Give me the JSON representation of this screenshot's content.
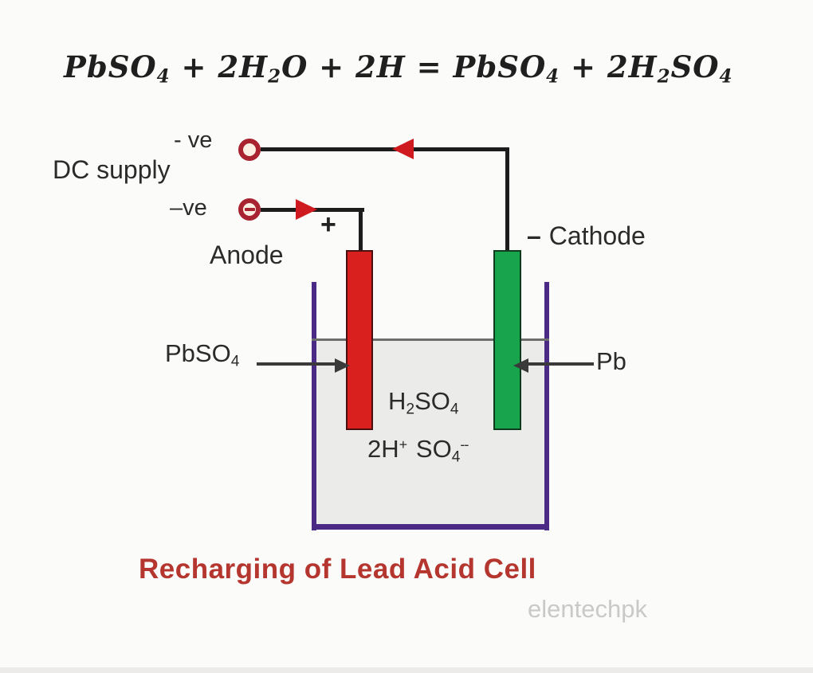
{
  "colors": {
    "bg": "#fbfbf9",
    "wire": "#1c1c1c",
    "red": "#da201f",
    "red-dark": "#4a1010",
    "arrow-red": "#cf1a1f",
    "terminal": "#a82230",
    "green": "#17a44c",
    "green-dark": "#0e3a1d",
    "purple": "#4b2a85",
    "liquid": "#ebebea",
    "surface": "#6e6e6e",
    "label": "#2b2b2b",
    "pointer": "#3a3a3a",
    "title-red": "#b5352f",
    "watermark": "#c9c9c9"
  },
  "equation": {
    "parts": [
      "PbSO",
      "4",
      " + 2H",
      "2",
      "O + 2H = PbSO",
      "4",
      " + 2H",
      "2",
      "SO",
      "4"
    ]
  },
  "dc_supply": {
    "label": "DC supply",
    "top_terminal_label": "- ve",
    "bottom_terminal_label": "–ve"
  },
  "anode": {
    "polarity": "+",
    "label": "Anode",
    "deposit_parts": [
      "PbSO",
      "4"
    ]
  },
  "cathode": {
    "polarity": "–",
    "label": "Cathode",
    "metal_label": "Pb"
  },
  "electrolyte": {
    "formula_parts": [
      "H",
      "2",
      "SO",
      "4"
    ],
    "ions_parts": [
      "2H",
      "+",
      "SO",
      "4",
      "--"
    ]
  },
  "title": "Recharging of Lead Acid Cell",
  "watermark": "elentechpk"
}
